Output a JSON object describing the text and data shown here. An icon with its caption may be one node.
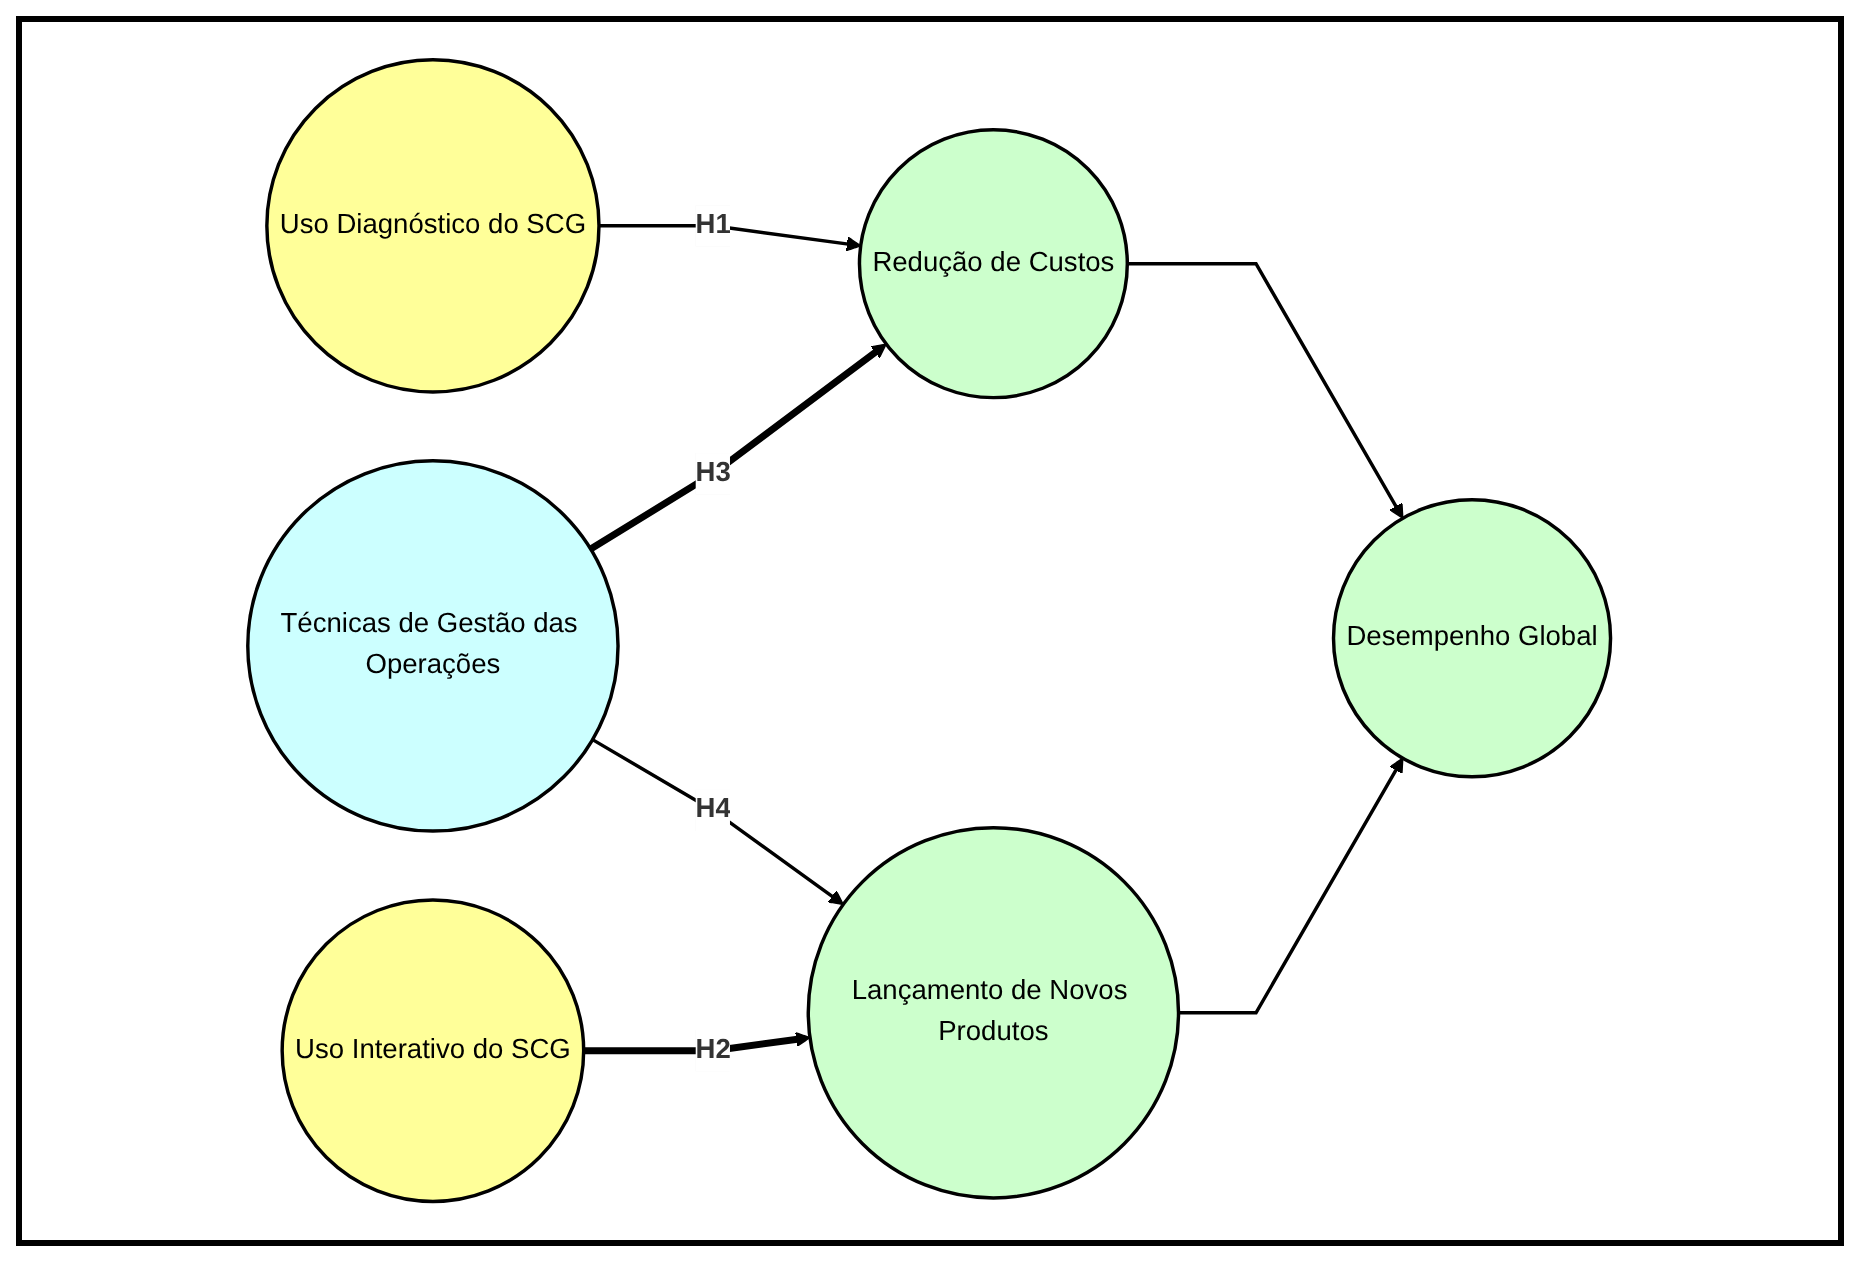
{
  "diagram": {
    "nodes": [
      {
        "text": [
          "Uso Diagnóstico do SCG"
        ]
      },
      {
        "text": [
          "Técnicas de Gestão das Operações"
        ]
      },
      {
        "text": [
          "Uso Interativo do SCG"
        ]
      },
      {
        "text": [
          "Redução de Custos"
        ]
      },
      {
        "text": [
          "Lançamento de Novos Produtos"
        ]
      },
      {
        "text": [
          "Desempenho Global"
        ]
      }
    ],
    "edges": [
      {
        "from": 0,
        "to": 3,
        "arrow": "to",
        "label": "H1"
      },
      {
        "from": 1,
        "to": 3,
        "arrow": "to",
        "label": "H3",
        "style": "thick"
      },
      {
        "from": 1,
        "to": 4,
        "arrow": "to",
        "label": "H4"
      },
      {
        "from": 2,
        "to": 4,
        "arrow": "to",
        "label": "H2",
        "style": "thick"
      },
      {
        "from": 3,
        "to": 5,
        "arrow": "to"
      },
      {
        "from": 4,
        "to": 5,
        "arrow": "to"
      }
    ]
  }
}
